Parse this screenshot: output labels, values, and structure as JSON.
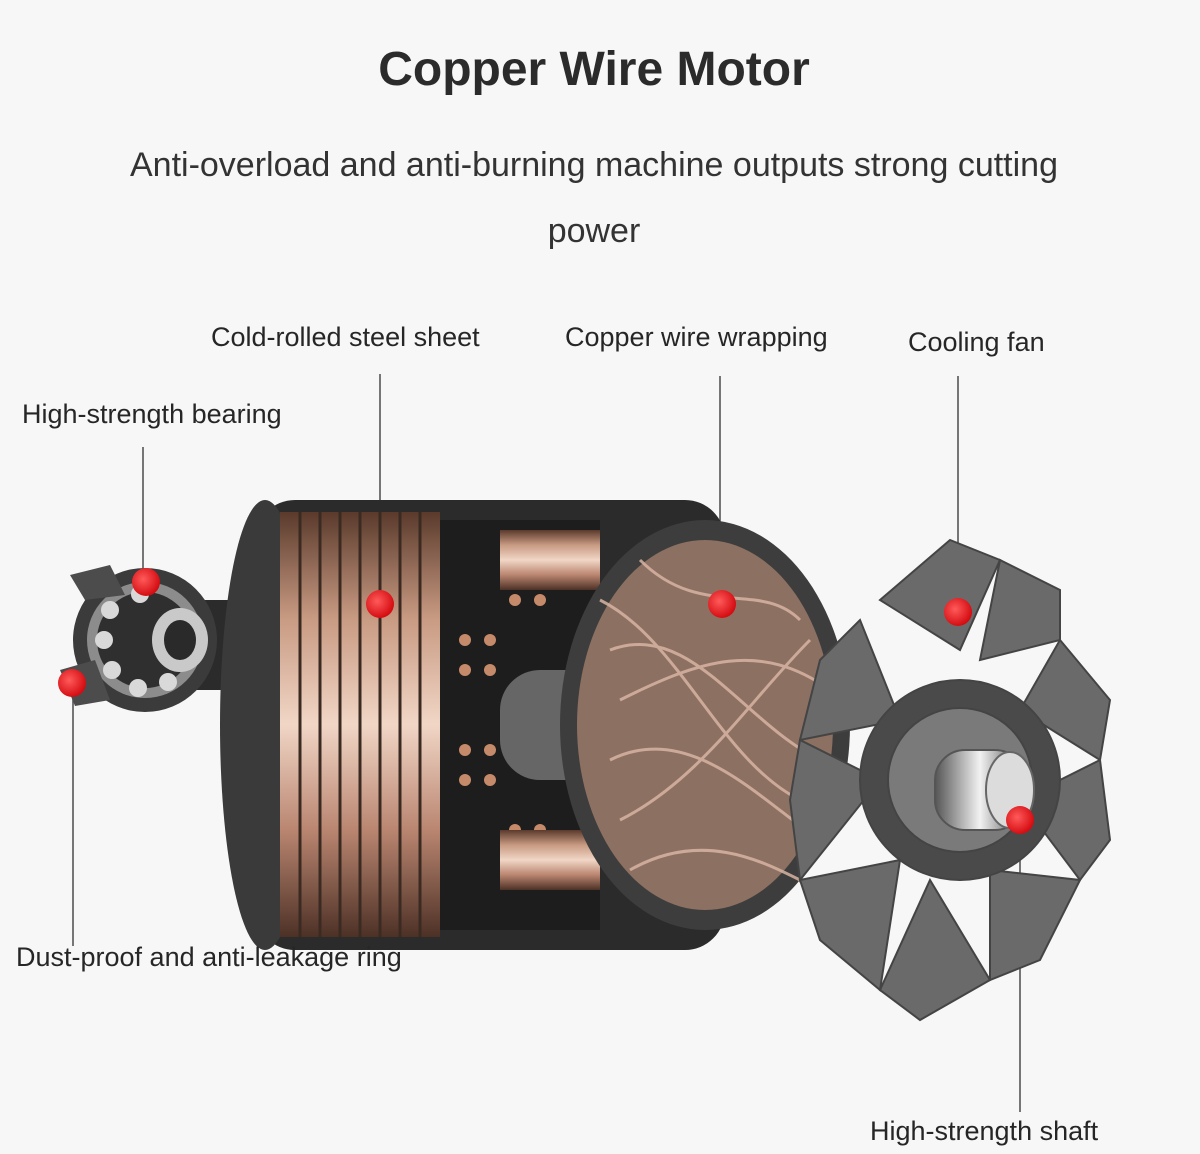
{
  "header": {
    "title": "Copper Wire Motor",
    "subtitle": "Anti-overload and anti-burning machine outputs strong cutting power"
  },
  "callouts": {
    "bearing": "High-strength bearing",
    "steel_sheet": "Cold-rolled steel sheet",
    "copper_wire": "Copper wire wrapping",
    "cooling_fan": "Cooling fan",
    "dust_ring": "Dust-proof and anti-leakage ring",
    "shaft": "High-strength shaft"
  },
  "colors": {
    "background": "#f7f7f7",
    "marker": "#e0161b",
    "copper": "#c99277",
    "steel": "#4a4a4a"
  }
}
